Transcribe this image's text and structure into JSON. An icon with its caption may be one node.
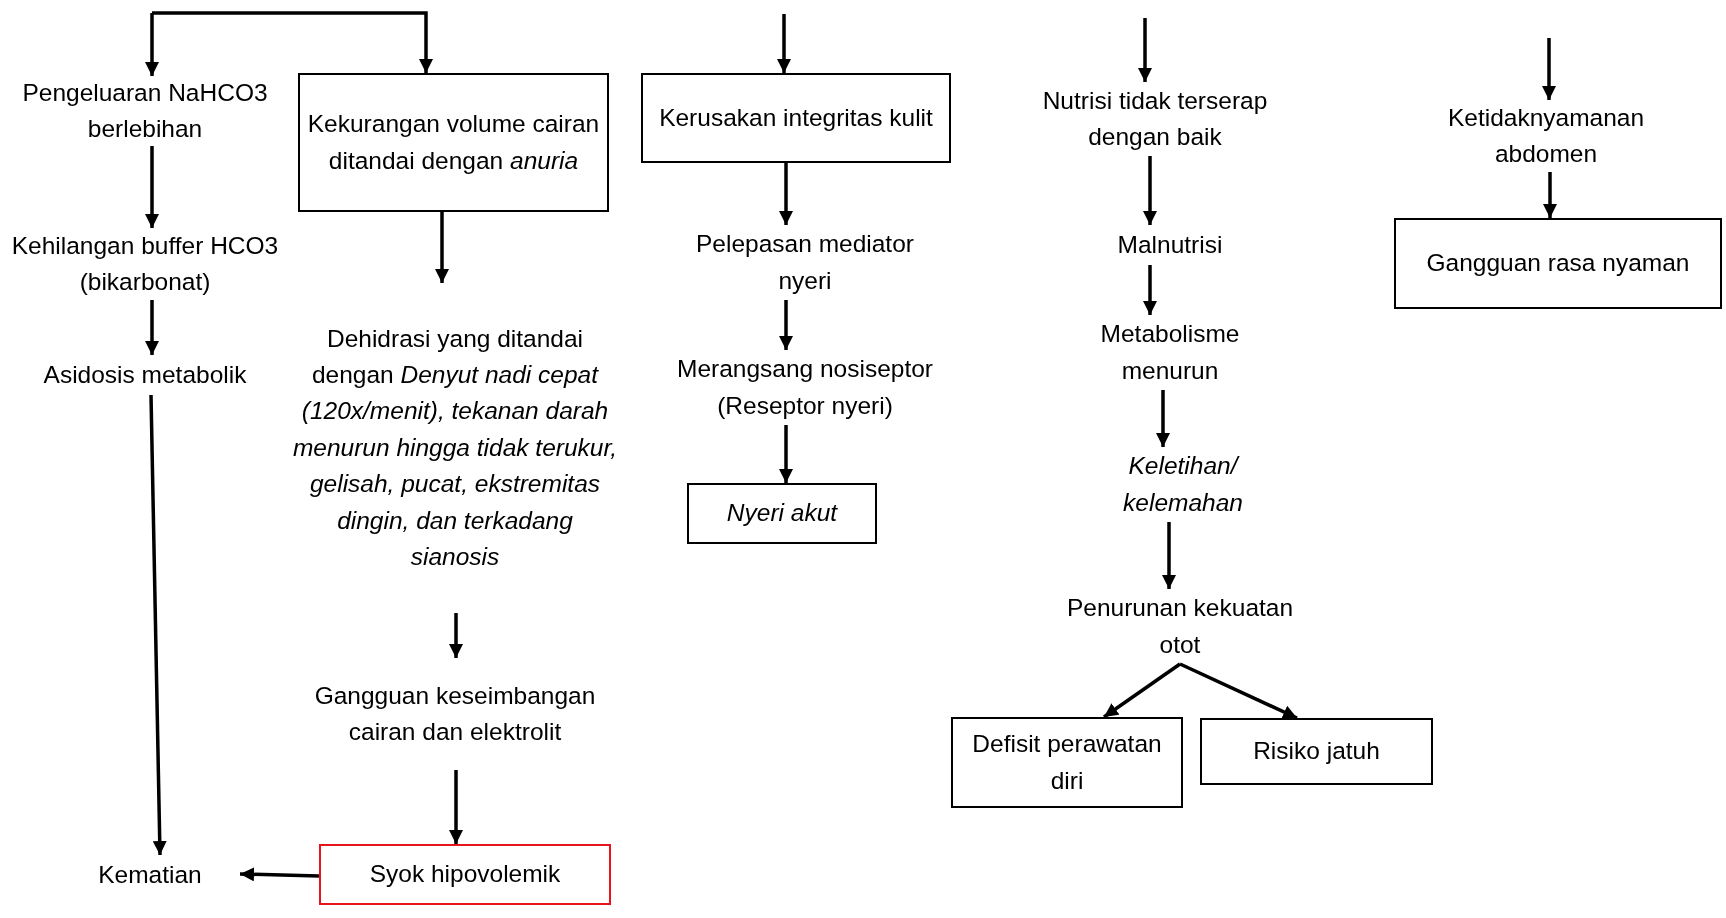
{
  "diagram": {
    "nodes": [
      {
        "text": [
          "Pengeluaran NaHCO3 berlebihan"
        ]
      },
      {
        "text": [
          "Kekurangan volume cairan ditandai dengan *anuria*"
        ]
      },
      {
        "text": [
          "Kerusakan integritas kulit"
        ]
      },
      {
        "text": [
          "Nutrisi tidak terserap dengan baik"
        ]
      },
      {
        "text": [
          "Ketidaknyamanan abdomen"
        ]
      },
      {
        "text": [
          "Kehilangan buffer HCO3 (bikarbonat)"
        ]
      },
      {
        "text": [
          "Asidosis metabolik"
        ]
      },
      {
        "text": [
          "Dehidrasi yang ditandai dengan *Denyut nadi cepat (120x/menit), tekanan darah menurun hingga tidak terukur, gelisah, pucat, ekstremitas dingin, dan terkadang sianosis*"
        ]
      },
      {
        "text": [
          "Pelepasan mediator nyeri"
        ]
      },
      {
        "text": [
          "Malnutrisi"
        ]
      },
      {
        "text": [
          "Gangguan rasa nyaman"
        ]
      },
      {
        "text": [
          "Merangsang nosiseptor (Reseptor nyeri)"
        ]
      },
      {
        "text": [
          "Metabolisme menurun"
        ]
      },
      {
        "text": [
          "Nyeri akut"
        ]
      },
      {
        "text": [
          "Keletihan/ kelemahan"
        ]
      },
      {
        "text": [
          "Penurunan kekuatan otot"
        ]
      },
      {
        "text": [
          "Gangguan keseimbangan cairan dan elektrolit"
        ]
      },
      {
        "text": [
          "Defisit perawatan diri"
        ]
      },
      {
        "text": [
          "Risiko jatuh"
        ]
      },
      {
        "text": [
          "Kematian"
        ]
      },
      {
        "text": [
          "Syok hipovolemik"
        ]
      }
    ],
    "edges": [
      {
        "from": null,
        "to": 0,
        "arrow": "to"
      },
      {
        "from": null,
        "to": 1,
        "arrow": "to"
      },
      {
        "from": null,
        "to": 2,
        "arrow": "to"
      },
      {
        "from": null,
        "to": 3,
        "arrow": "to"
      },
      {
        "from": null,
        "to": 4,
        "arrow": "to"
      },
      {
        "from": 0,
        "to": 5,
        "arrow": "to"
      },
      {
        "from": 5,
        "to": 6,
        "arrow": "to"
      },
      {
        "from": 6,
        "to": 19,
        "arrow": "to"
      },
      {
        "from": 1,
        "to": 7,
        "arrow": "to"
      },
      {
        "from": 7,
        "to": 16,
        "arrow": "to"
      },
      {
        "from": 16,
        "to": 20,
        "arrow": "to"
      },
      {
        "from": 20,
        "to": 19,
        "arrow": "to"
      },
      {
        "from": 2,
        "to": 8,
        "arrow": "to"
      },
      {
        "from": 8,
        "to": 11,
        "arrow": "to"
      },
      {
        "from": 11,
        "to": 13,
        "arrow": "to"
      },
      {
        "from": 3,
        "to": 9,
        "arrow": "to"
      },
      {
        "from": 9,
        "to": 12,
        "arrow": "to"
      },
      {
        "from": 12,
        "to": 14,
        "arrow": "to"
      },
      {
        "from": 14,
        "to": 15,
        "arrow": "to"
      },
      {
        "from": 15,
        "to": 17,
        "arrow": "to"
      },
      {
        "from": 15,
        "to": 18,
        "arrow": "to"
      },
      {
        "from": 4,
        "to": 10,
        "arrow": "to"
      }
    ]
  }
}
